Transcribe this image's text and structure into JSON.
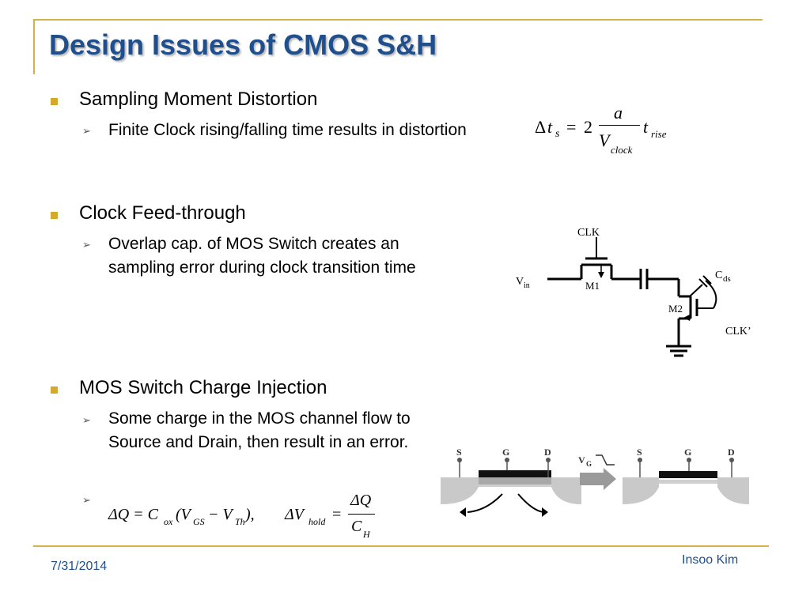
{
  "title": "Design Issues of CMOS S&H",
  "sections": [
    {
      "heading": "Sampling Moment Distortion",
      "sub": "Finite Clock rising/falling time results in distortion"
    },
    {
      "heading": "Clock Feed-through",
      "sub": "Overlap cap. of MOS Switch creates an sampling error during clock transition time"
    },
    {
      "heading": "MOS Switch Charge Injection",
      "sub": "Some charge in the MOS channel flow to Source and Drain, then result in an error."
    }
  ],
  "equations": {
    "eq1": {
      "delta": "Δ",
      "t": "t",
      "s": "s",
      "eq": "=",
      "two": "2",
      "a": "a",
      "V": "V",
      "clock": "clock",
      "rise": "rise"
    },
    "eq2": {
      "dQ": "ΔQ = C",
      "ox": "ox",
      "paren": "(V",
      "GS": "GS",
      "minus": " − V",
      "Th": "Th",
      "close": "),",
      "dV": "ΔV",
      "hold": "hold",
      "eq": "=",
      "num": "ΔQ",
      "C": "C",
      "H": "H"
    }
  },
  "circuit": {
    "clk": "CLK",
    "vin": "V",
    "vin_sub": "in",
    "m1": "M1",
    "m2": "M2",
    "cds": "C",
    "cds_sub": "ds",
    "clk_bar": "CLK’"
  },
  "mos_figure": {
    "s": "S",
    "g": "G",
    "d": "D",
    "vg": "V",
    "vg_sub": "G"
  },
  "footer": {
    "date": "7/31/2014",
    "author": "Insoo Kim"
  },
  "colors": {
    "title": "#1f4f8c",
    "bullet": "#d7a92a",
    "frame": "#d7b24a"
  }
}
